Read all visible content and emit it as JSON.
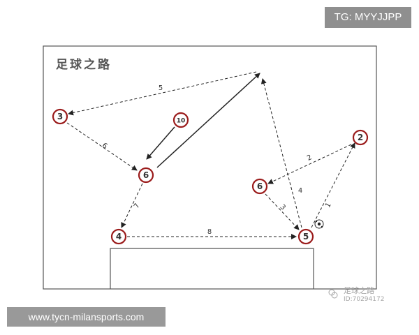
{
  "badge": {
    "text": "TG: MYYJJPP"
  },
  "diagram": {
    "title": "足球之路"
  },
  "players": [
    {
      "id": "p3",
      "label": "3"
    },
    {
      "id": "p10",
      "label": "10"
    },
    {
      "id": "p6a",
      "label": "6"
    },
    {
      "id": "p4",
      "label": "4"
    },
    {
      "id": "p6b",
      "label": "6"
    },
    {
      "id": "p5",
      "label": "5"
    },
    {
      "id": "p2",
      "label": "2"
    }
  ],
  "move_labels": [
    {
      "id": "m1",
      "text": "1"
    },
    {
      "id": "m2",
      "text": "2"
    },
    {
      "id": "m3",
      "text": "3"
    },
    {
      "id": "m4",
      "text": "4"
    },
    {
      "id": "m5",
      "text": "5"
    },
    {
      "id": "m6",
      "text": "6"
    },
    {
      "id": "m7",
      "text": "7"
    },
    {
      "id": "m8",
      "text": "8"
    }
  ],
  "watermark": {
    "name": "足球之路",
    "id": "ID:70294172"
  },
  "footer": {
    "site": "www.tycn-milansports.com"
  },
  "colors": {
    "player_ring": "#9b1c1c",
    "line": "#222222",
    "badge_bg": "#8f8f8f",
    "footer_bg": "#999999"
  }
}
